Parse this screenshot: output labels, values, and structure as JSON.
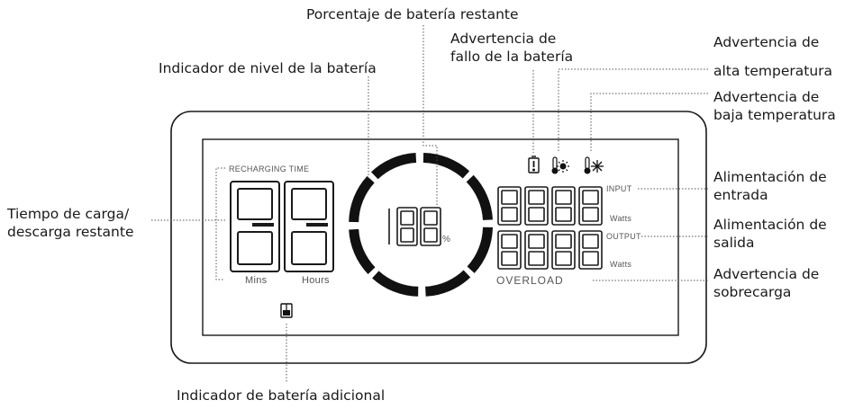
{
  "callouts": {
    "percentage": "Porcentaje de batería restante",
    "fault": "Advertencia de\nfallo de la batería",
    "high_temp_line1": "Advertencia de",
    "high_temp_line2": "alta temperatura",
    "low_temp": "Advertencia de\nbaja temperatura",
    "level": "Indicador de nivel de la batería",
    "charge_time": "Tiempo de carga/\ndescarga restante",
    "input_power": "Alimentación de\nentrada",
    "output_power": "Alimentación de\nsalida",
    "overload": "Advertencia de\nsobrecarga",
    "extra_battery": "Indicador de batería adicional"
  },
  "display": {
    "recharging_time": "RECHARGING TIME",
    "mins": "Mins",
    "hours": "Hours",
    "percent_sign": "%",
    "input": "INPUT",
    "output": "OUTPUT",
    "watts_in": "Watts",
    "watts_out": "Watts",
    "overload": "OVERLOAD"
  },
  "icons": {
    "fault": "battery-fault-icon",
    "high_temp": "thermometer-sun-icon",
    "low_temp": "thermometer-snowflake-icon",
    "extra_battery": "extra-battery-icon"
  }
}
